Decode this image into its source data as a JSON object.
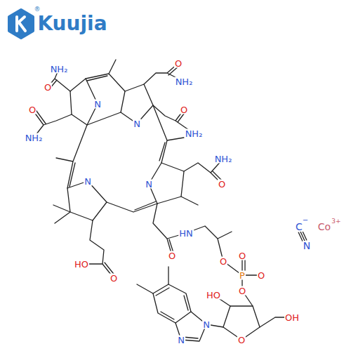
{
  "diagram": {
    "labels": [
      "Kuujia",
      "®",
      "NH₂",
      "O",
      "N",
      "O",
      "NH₂",
      "O",
      "NH₂",
      "N",
      "O",
      "NH₂",
      "N",
      "NH₂",
      "O",
      "N",
      "O",
      "HN",
      "HO",
      "O",
      "O",
      "O",
      "P",
      "O",
      "O",
      "HO",
      "OH",
      "N",
      "N",
      "O",
      "C",
      "−",
      "N",
      "Co",
      "3+"
    ]
  }
}
